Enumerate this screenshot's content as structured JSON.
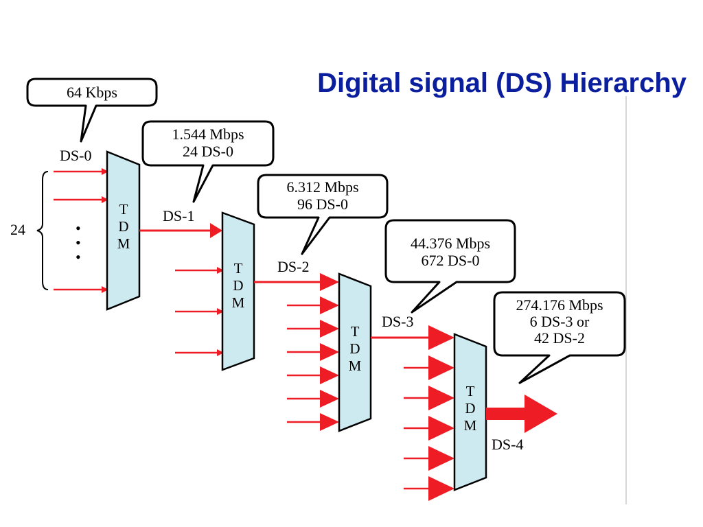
{
  "title": "Digital signal (DS) Hierarchy",
  "colors": {
    "title": "#0a1e9e",
    "arrow": "#ee1c24",
    "mux_fill": "#cdeaf0",
    "divider": "#c8c8c8"
  },
  "callouts": {
    "ds0": {
      "line1": "64 Kbps"
    },
    "ds1": {
      "line1": "1.544 Mbps",
      "line2": "24 DS-0"
    },
    "ds2": {
      "line1": "6.312 Mbps",
      "line2": "96 DS-0"
    },
    "ds3": {
      "line1": "44.376 Mbps",
      "line2": "672 DS-0"
    },
    "ds4": {
      "line1": "274.176 Mbps",
      "line2": "6 DS-3 or",
      "line3": "42 DS-2"
    }
  },
  "signals": {
    "ds0": "DS-0",
    "ds1": "DS-1",
    "ds2": "DS-2",
    "ds3": "DS-3",
    "ds4": "DS-4"
  },
  "brace_count": "24",
  "dots": "•",
  "mux_label": {
    "t": "T",
    "d": "D",
    "m": "M"
  }
}
